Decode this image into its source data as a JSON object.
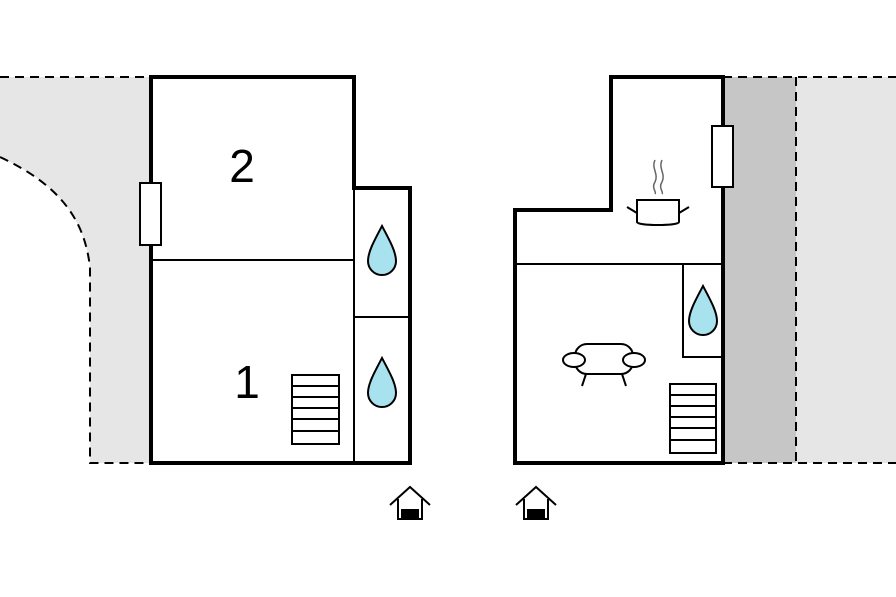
{
  "floorplan": {
    "rooms": [
      {
        "id": "room-1",
        "label": "1"
      },
      {
        "id": "room-2",
        "label": "2"
      }
    ],
    "icons": {
      "bathroom": "water-drop-icon",
      "kitchen": "cooking-pot-icon",
      "living": "sofa-icon",
      "stairs": "staircase-icon",
      "window": "window-icon",
      "entrance": "entrance-icon"
    },
    "colors": {
      "water": "#a8e2ee",
      "terrace": "#e6e6e6",
      "terrace_dark": "#c6c6c6",
      "wall": "#000000"
    }
  }
}
